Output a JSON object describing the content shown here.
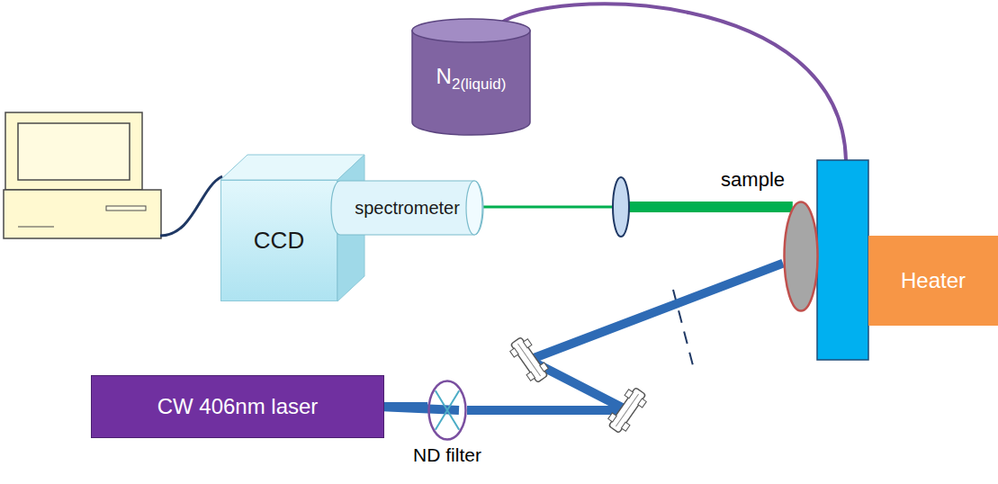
{
  "diagram": {
    "nodes": [
      {
        "text": [
          "N",
          "2(liquid)"
        ]
      },
      {
        "text": [
          "CCD"
        ]
      },
      {
        "text": [
          "spectrometer"
        ]
      },
      {
        "text": [
          "sample"
        ]
      },
      {
        "text": [
          "Heater"
        ]
      },
      {
        "text": [
          "CW 406nm laser"
        ]
      },
      {
        "text": [
          "ND filter"
        ]
      }
    ],
    "edges": [
      {
        "from": 5,
        "to": 6,
        "arrow": "none"
      },
      {
        "from": 6,
        "to": 3,
        "arrow": "none"
      },
      {
        "from": 3,
        "to": 2,
        "arrow": "none"
      }
    ]
  }
}
